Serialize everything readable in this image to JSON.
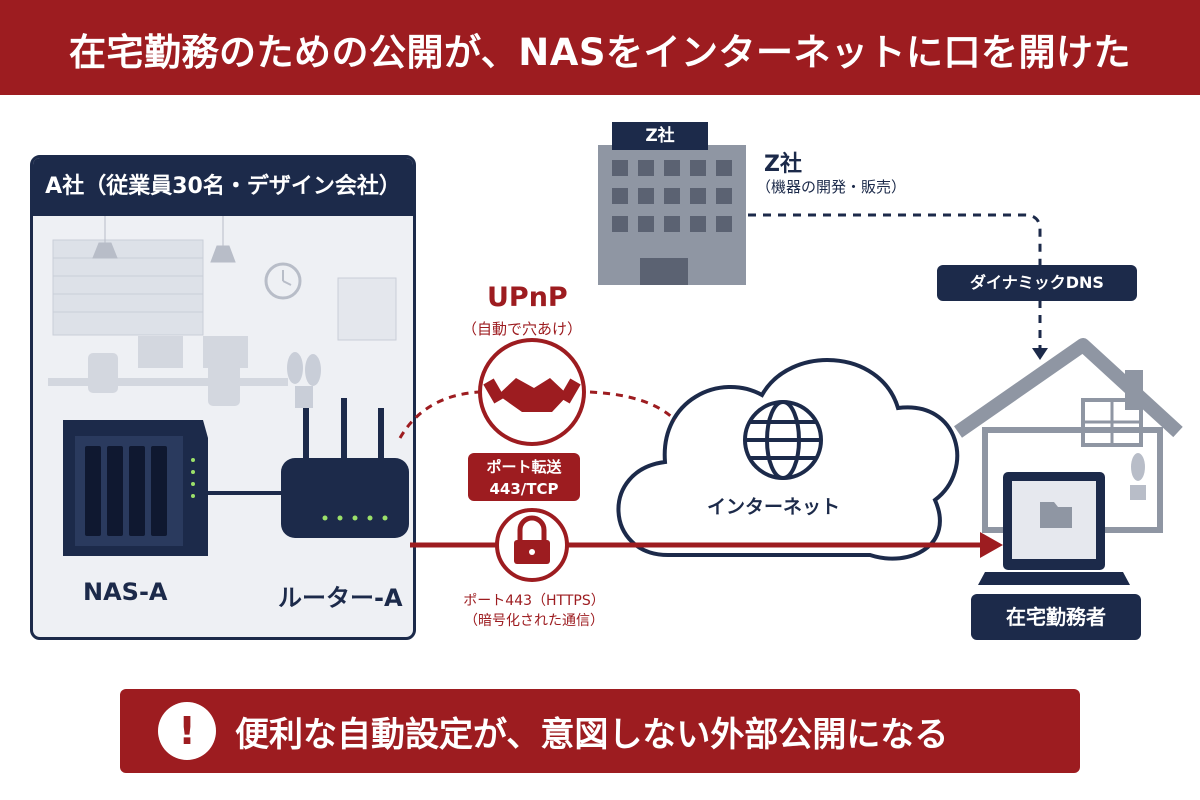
{
  "title": "在宅勤務のための公開が、NASをインターネットに口を開けた",
  "company_a": {
    "header": "A社（従業員30名・デザイン会社）",
    "nas_label": "NAS-A",
    "router_label": "ルーター-A"
  },
  "company_z": {
    "sign": "Z社",
    "name": "Z社",
    "desc": "（機器の開発・販売）"
  },
  "dynamic_dns": "ダイナミックDNS",
  "upnp": {
    "title": "UPnP",
    "subtitle": "（自動で穴あけ）"
  },
  "port_forward": {
    "line1": "ポート転送",
    "line2": "443/TCP"
  },
  "port_https": {
    "line1": "ポート443（HTTPS）",
    "line2": "（暗号化された通信）"
  },
  "internet": "インターネット",
  "remote_worker": "在宅勤務者",
  "warning": "便利な自動設定が、意図しない外部公開になる",
  "colors": {
    "red": "#9d1c20",
    "navy": "#1c2a4a",
    "gray": "#8f96a3"
  }
}
